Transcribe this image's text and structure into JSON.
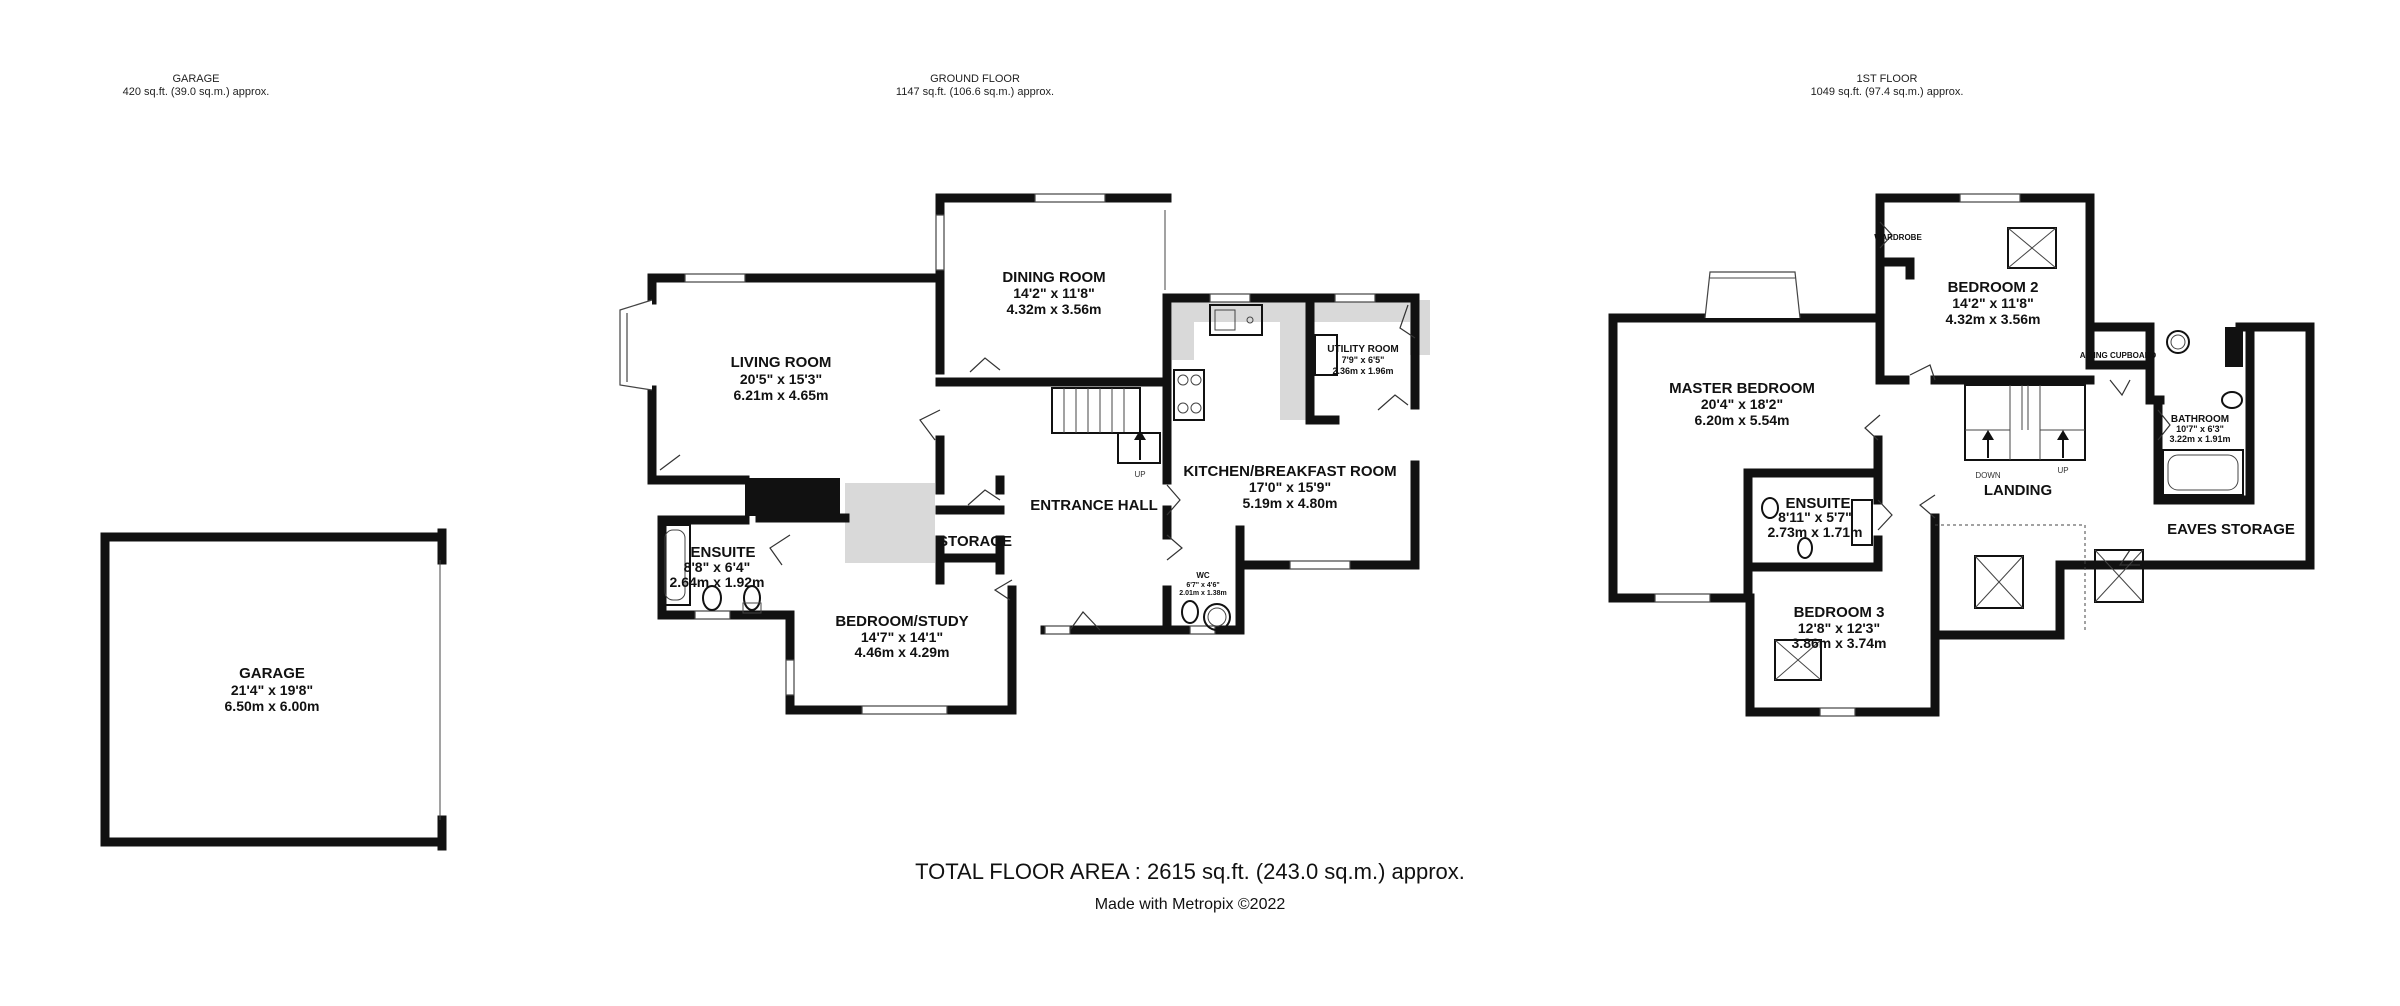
{
  "floors": {
    "garage": {
      "name": "GARAGE",
      "area": "420 sq.ft. (39.0 sq.m.) approx."
    },
    "ground": {
      "name": "GROUND FLOOR",
      "area": "1147 sq.ft. (106.6 sq.m.) approx."
    },
    "first": {
      "name": "1ST FLOOR",
      "area": "1049 sq.ft. (97.4 sq.m.) approx."
    }
  },
  "rooms": {
    "garage": {
      "name": "GARAGE",
      "imperial": "21'4\"  x 19'8\"",
      "metric": "6.50m  x 6.00m"
    },
    "living": {
      "name": "LIVING ROOM",
      "imperial": "20'5\"  x 15'3\"",
      "metric": "6.21m  x 4.65m"
    },
    "dining": {
      "name": "DINING ROOM",
      "imperial": "14'2\"  x 11'8\"",
      "metric": "4.32m  x 3.56m"
    },
    "utility": {
      "name": "UTILITY ROOM",
      "imperial": "7'9\"  x 6'5\"",
      "metric": "2.36m  x 1.96m"
    },
    "kitchen": {
      "name": "KITCHEN/BREAKFAST ROOM",
      "imperial": "17'0\"  x 15'9\"",
      "metric": "5.19m  x 4.80m"
    },
    "entrance": {
      "name": "ENTRANCE HALL"
    },
    "storage": {
      "name": "STORAGE"
    },
    "ensuite_g": {
      "name": "ENSUITE",
      "imperial": "8'8\"  x 6'4\"",
      "metric": "2.64m  x 1.92m"
    },
    "study": {
      "name": "BEDROOM/STUDY",
      "imperial": "14'7\"  x 14'1\"",
      "metric": "4.46m  x 4.29m"
    },
    "wc": {
      "name": "WC",
      "imperial": "6'7\"  x 4'6\"",
      "metric": "2.01m  x 1.38m"
    },
    "master": {
      "name": "MASTER BEDROOM",
      "imperial": "20'4\"  x 18'2\"",
      "metric": "6.20m  x 5.54m"
    },
    "wardrobe": {
      "name": "WARDROBE"
    },
    "bedroom2": {
      "name": "BEDROOM 2",
      "imperial": "14'2\"  x 11'8\"",
      "metric": "4.32m  x 3.56m"
    },
    "airing": {
      "name": "AIRING CUPBOARD"
    },
    "bathroom": {
      "name": "BATHROOM",
      "imperial": "10'7\"  x 6'3\"",
      "metric": "3.22m  x 1.91m"
    },
    "ensuite_1": {
      "name": "ENSUITE",
      "imperial": "8'11\"  x 5'7\"",
      "metric": "2.73m  x 1.71m"
    },
    "landing": {
      "name": "LANDING"
    },
    "eaves": {
      "name": "EAVES STORAGE"
    },
    "bedroom3": {
      "name": "BEDROOM 3",
      "imperial": "12'8\"  x 12'3\"",
      "metric": "3.86m  x 3.74m"
    }
  },
  "stairs": {
    "up": "UP",
    "down": "DOWN"
  },
  "footer": {
    "total": "TOTAL FLOOR AREA : 2615 sq.ft. (243.0 sq.m.) approx.",
    "made_with": "Made with Metropix ©2022"
  }
}
